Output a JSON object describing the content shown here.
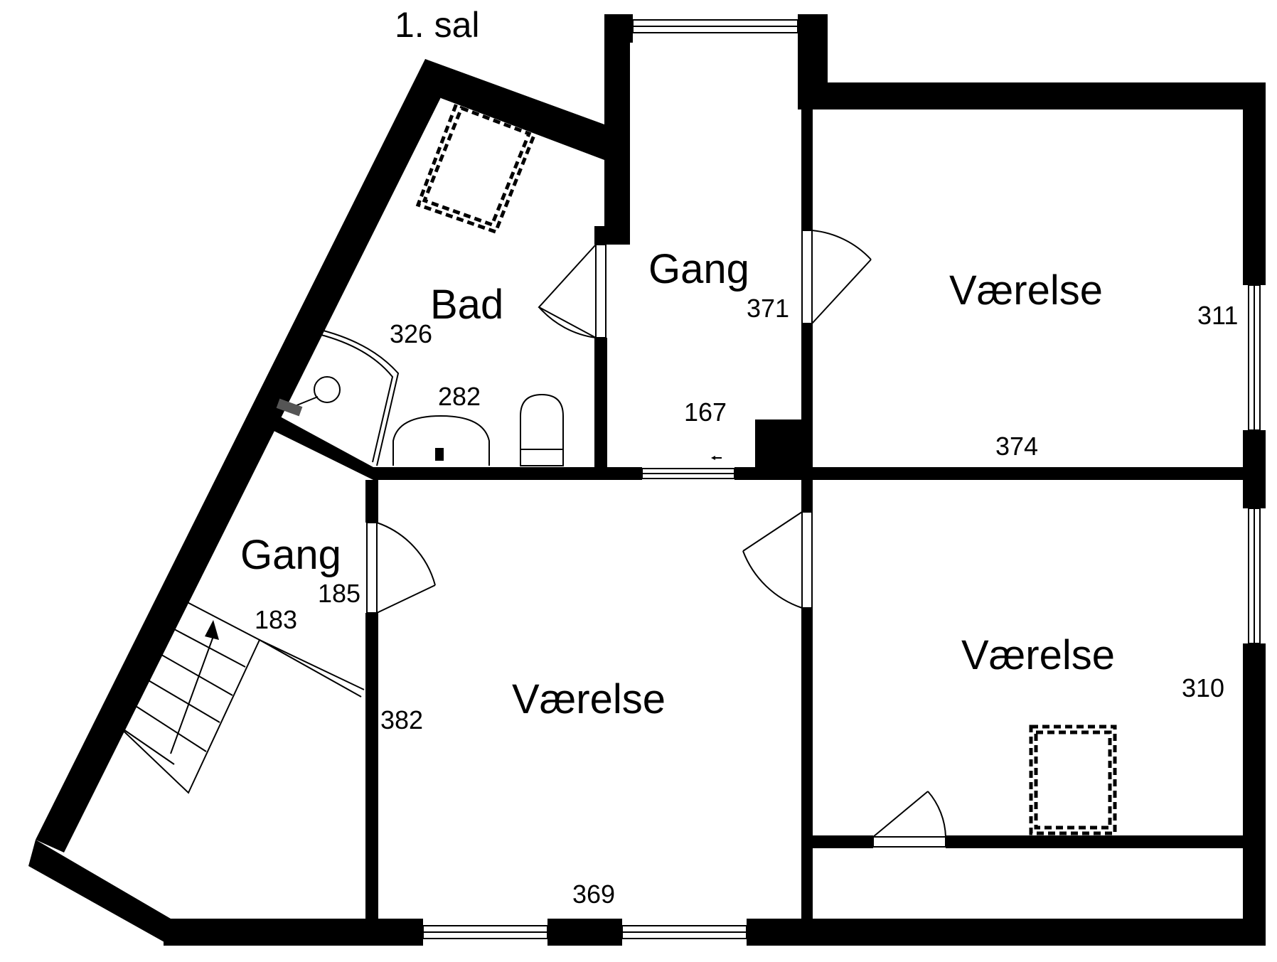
{
  "floor_title": "1. sal",
  "rooms": {
    "bad": "Bad",
    "gang_top": "Gang",
    "gang_left": "Gang",
    "vaerelse_top_right": "Værelse",
    "vaerelse_center": "Værelse",
    "vaerelse_bottom_right": "Værelse"
  },
  "dimensions": {
    "d326": "326",
    "d282": "282",
    "d371": "371",
    "d167": "167",
    "d311": "311",
    "d374": "374",
    "d185": "185",
    "d183": "183",
    "d382": "382",
    "d310": "310",
    "d369": "369"
  },
  "colors": {
    "wall": "#000000",
    "background": "#ffffff"
  }
}
